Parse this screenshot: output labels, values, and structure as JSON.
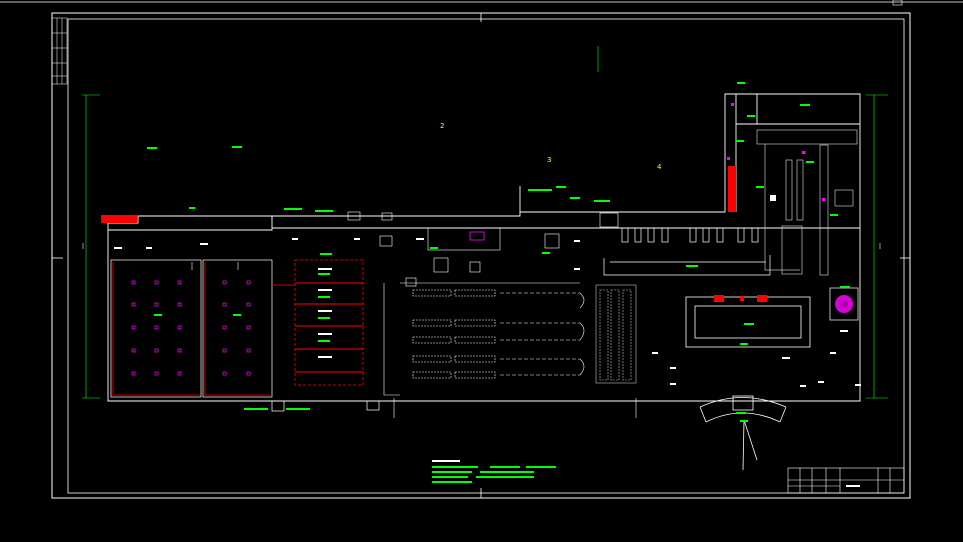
{
  "drawing": {
    "background": "#000000",
    "colors": {
      "frame": "#ffffff",
      "annotation": "#00ff00",
      "fire_line": "#ff0000",
      "equipment": "#ff00ff",
      "zone_number": "#ffff00",
      "structure": "#c0c0c0"
    },
    "zone_labels": [
      "2",
      "3",
      "4"
    ],
    "title_block": {
      "rows": 4,
      "cols": 6
    },
    "notes_block": {
      "lines": 4
    }
  }
}
